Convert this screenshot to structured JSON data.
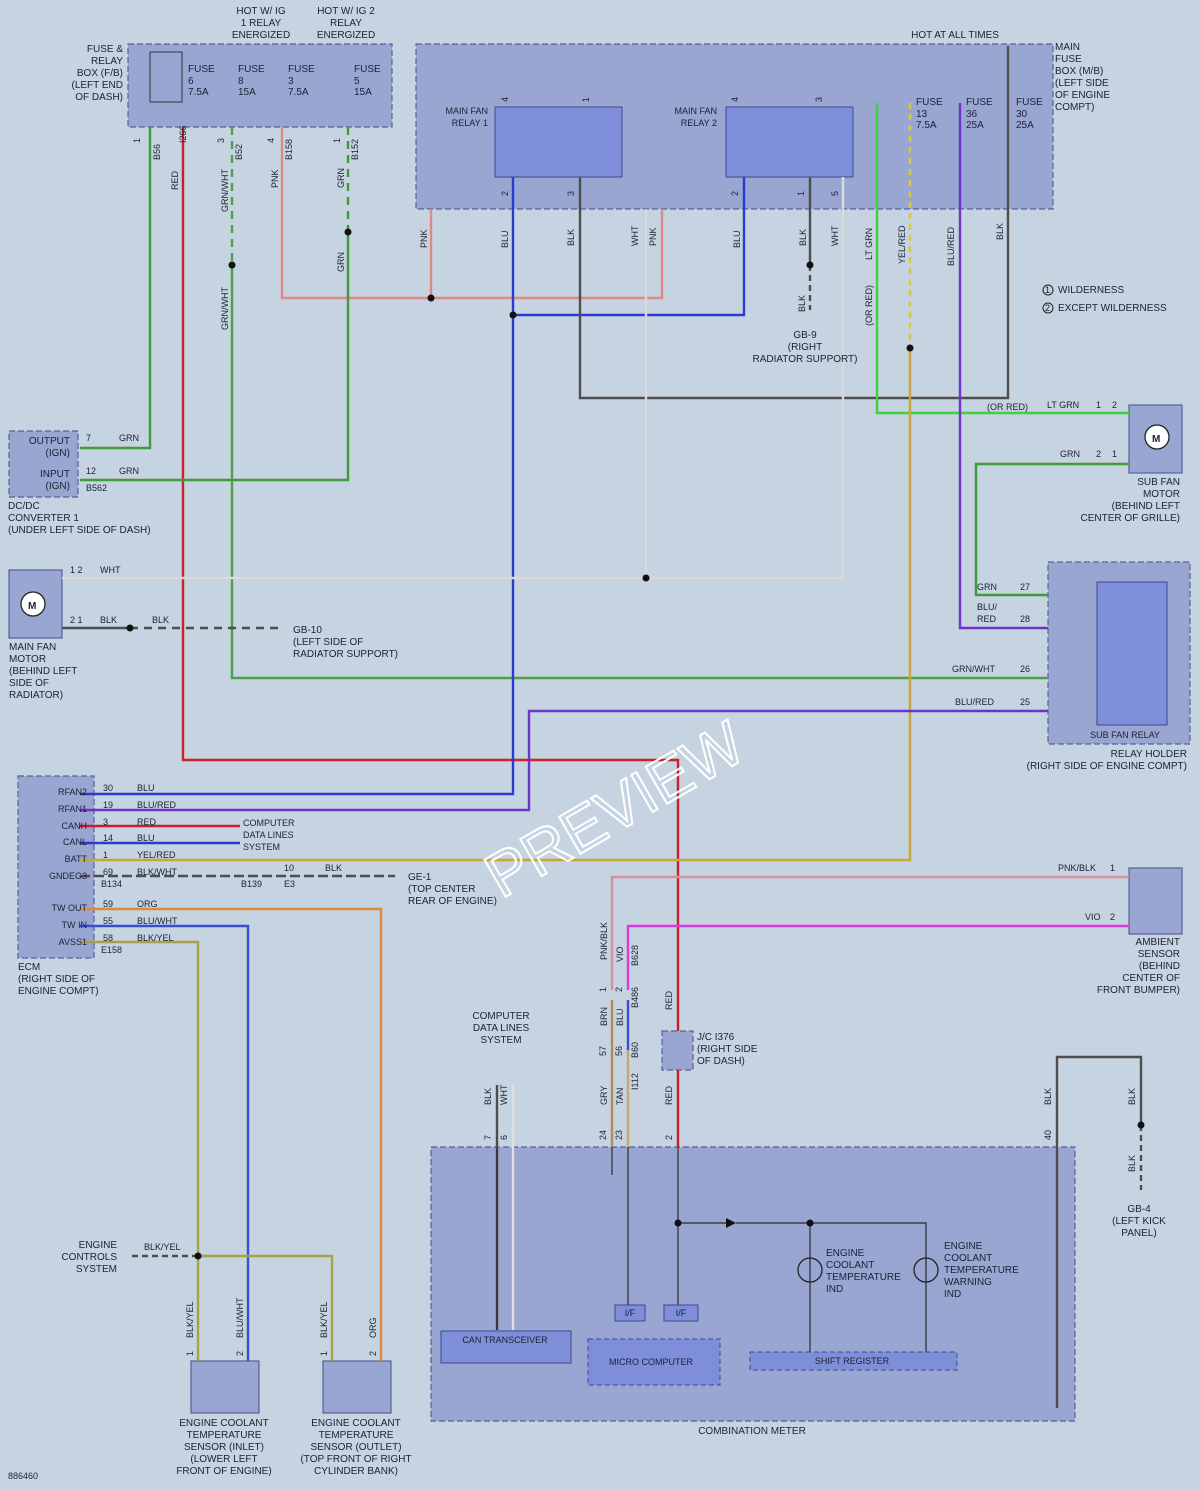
{
  "diagram_id": "886460",
  "watermark": "PREVIEW",
  "colors": {
    "background": "#c6d3e0",
    "component_fill": "#99a6d2",
    "red": "#c8202a",
    "grn": "#3f9a3a",
    "grn_wht": "#4f9e4a",
    "pnk": "#e08888",
    "blu": "#2b3bd0",
    "lt_grn": "#3fd13f",
    "yel_red": "#d8c83a",
    "blu_red": "#6c35c8",
    "org": "#e08b3a",
    "vio": "#d93ad9",
    "wht": "#f0f0f0",
    "blk": "#4e4e4e"
  },
  "legend": {
    "w1": "WILDERNESS",
    "w2": "EXCEPT WILDERNESS",
    "m1": "1",
    "m2": "2"
  },
  "top": {
    "hot_ig1": [
      "HOT W/ IG",
      "1 RELAY",
      "ENERGIZED"
    ],
    "hot_ig2": [
      "HOT W/ IG 2",
      "RELAY",
      "ENERGIZED"
    ],
    "hot_all": "HOT AT ALL TIMES"
  },
  "fb_box": {
    "name": [
      "FUSE &",
      "RELAY",
      "BOX (F/B)",
      "(LEFT END",
      "OF DASH)"
    ],
    "fuses": [
      {
        "l": "FUSE",
        "n": "6",
        "a": "7.5A"
      },
      {
        "l": "FUSE",
        "n": "8",
        "a": "15A"
      },
      {
        "l": "FUSE",
        "n": "3",
        "a": "7.5A"
      },
      {
        "l": "FUSE",
        "n": "5",
        "a": "15A"
      }
    ],
    "pins": [
      "1",
      "I266",
      "3",
      "4",
      "1"
    ],
    "conns": [
      "B56",
      "B52",
      "B158",
      "B152"
    ]
  },
  "mb_box": {
    "name": [
      "MAIN",
      "FUSE",
      "BOX (M/B)",
      "(LEFT SIDE",
      "OF ENGINE",
      "COMPT)"
    ],
    "fuses": [
      {
        "l": "FUSE",
        "n": "13",
        "a": "7.5A"
      },
      {
        "l": "FUSE",
        "n": "36",
        "a": "25A"
      },
      {
        "l": "FUSE",
        "n": "30",
        "a": "25A"
      }
    ]
  },
  "relay1": {
    "name": [
      "MAIN FAN",
      "RELAY 1"
    ],
    "pins": [
      "4",
      "1",
      "2",
      "3"
    ]
  },
  "relay2": {
    "name": [
      "MAIN FAN",
      "RELAY 2"
    ],
    "pins": [
      "4",
      "3",
      "2",
      "1",
      "5"
    ]
  },
  "wires": {
    "red": "RED",
    "grn_wht": "GRN/WHT",
    "pnk": "PNK",
    "grn": "GRN",
    "blu": "BLU",
    "blk": "BLK",
    "wht": "WHT",
    "lt_grn": "LT GRN",
    "yel_red": "YEL/RED",
    "blu_red": "BLU/RED",
    "or_red": "(OR RED)",
    "org": "ORG",
    "blk_yel": "BLK/YEL",
    "blu_wht": "BLU/WHT",
    "blk_wht": "BLK/WHT",
    "pnk_blk": "PNK/BLK",
    "vio": "VIO",
    "brn": "BRN",
    "gry": "GRY",
    "tan": "TAN",
    "yel_red_ecm": "YEL/RED"
  },
  "gb9": [
    "GB-9",
    "(RIGHT",
    "RADIATOR SUPPORT)"
  ],
  "dcdc": {
    "pins": [
      {
        "name": [
          "OUTPUT",
          "(IGN)"
        ],
        "num": "7",
        "wire": "GRN"
      },
      {
        "name": [
          "INPUT",
          "(IGN)"
        ],
        "num": "12",
        "wire": "GRN"
      }
    ],
    "conn": "B562",
    "name": [
      "DC/DC",
      "CONVERTER 1",
      "(UNDER LEFT SIDE OF DASH)"
    ]
  },
  "sub_fan_motor": {
    "name": [
      "SUB FAN",
      "MOTOR",
      "(BEHIND LEFT",
      "CENTER OF GRILLE)"
    ],
    "p1": "1",
    "p2": "2",
    "p3": "2",
    "p4": "1",
    "or_red": "(OR RED)"
  },
  "main_fan_motor": {
    "name": [
      "MAIN FAN",
      "MOTOR",
      "(BEHIND LEFT",
      "SIDE OF",
      "RADIATOR)"
    ],
    "pin_wht": "1  2",
    "pin_blk": "2  1"
  },
  "gb10": [
    "GB-10",
    "(LEFT SIDE OF",
    "RADIATOR SUPPORT)"
  ],
  "relay_holder": {
    "name": [
      "RELAY HOLDER",
      "(RIGHT SIDE OF ENGINE COMPT)"
    ],
    "relay": "SUB FAN RELAY",
    "pins": [
      "27",
      "28",
      "26",
      "25"
    ],
    "blu_red_top": "BLU/",
    "blu_red_bot": "RED"
  },
  "ecm": {
    "name": [
      "ECM",
      "(RIGHT SIDE OF",
      "ENGINE COMPT)"
    ],
    "pins": [
      {
        "n": "RFAN2",
        "num": "30",
        "wire": "BLU"
      },
      {
        "n": "RFAN1",
        "num": "19",
        "wire": "BLU/RED"
      },
      {
        "n": "CANH",
        "num": "3",
        "wire": "RED"
      },
      {
        "n": "CANL",
        "num": "14",
        "wire": "BLU"
      },
      {
        "n": "BATT",
        "num": "1",
        "wire": "YEL/RED"
      },
      {
        "n": "GNDEG3",
        "num": "69",
        "wire": "BLK/WHT"
      },
      {
        "n": "TW OUT",
        "num": "59",
        "wire": "ORG"
      },
      {
        "n": "TW IN",
        "num": "55",
        "wire": "BLU/WHT"
      },
      {
        "n": "AVSS1",
        "num": "58",
        "wire": "BLK/YEL"
      }
    ],
    "conns": [
      "B134",
      "E158"
    ],
    "b139": "B139",
    "e3": "E3",
    "e3_pin": "10",
    "e3_wire": "BLK"
  },
  "cdls": [
    "COMPUTER",
    "DATA LINES",
    "SYSTEM"
  ],
  "ge1": [
    "GE-1",
    "(TOP CENTER",
    "REAR OF ENGINE)"
  ],
  "ambient": {
    "name": [
      "AMBIENT",
      "SENSOR",
      "(BEHIND",
      "CENTER OF",
      "FRONT BUMPER)"
    ],
    "p1": "1",
    "p2": "2"
  },
  "jc": {
    "name": [
      "J/C I376",
      "(RIGHT SIDE",
      "OF DASH)"
    ]
  },
  "meter_conns": {
    "b628": "B628",
    "b486": "B486",
    "b60": "B60",
    "i112": "I112",
    "p1": "1",
    "p2": "2",
    "p57": "57",
    "p56": "56"
  },
  "meter": {
    "name": "COMBINATION METER",
    "pins": [
      "7",
      "6",
      "24",
      "23",
      "2",
      "40"
    ],
    "can": "CAN TRANSCEIVER",
    "micro": "MICRO COMPUTER",
    "shift": "SHIFT REGISTER",
    "if": "I/F",
    "ind1": [
      "ENGINE",
      "COOLANT",
      "TEMPERATURE",
      "IND"
    ],
    "ind2": [
      "ENGINE",
      "COOLANT",
      "TEMPERATURE",
      "WARNING",
      "IND"
    ]
  },
  "gb4": [
    "GB-4",
    "(LEFT KICK",
    "PANEL)"
  ],
  "ecs": [
    "ENGINE",
    "CONTROLS",
    "SYSTEM"
  ],
  "sensor_in": {
    "name": [
      "ENGINE COOLANT",
      "TEMPERATURE",
      "SENSOR (INLET)",
      "(LOWER LEFT",
      "FRONT OF ENGINE)"
    ],
    "p1": "1",
    "p2": "2"
  },
  "sensor_out": {
    "name": [
      "ENGINE COOLANT",
      "TEMPERATURE",
      "SENSOR (OUTLET)",
      "(TOP FRONT OF RIGHT",
      "CYLINDER BANK)"
    ],
    "p1": "1",
    "p2": "2"
  }
}
